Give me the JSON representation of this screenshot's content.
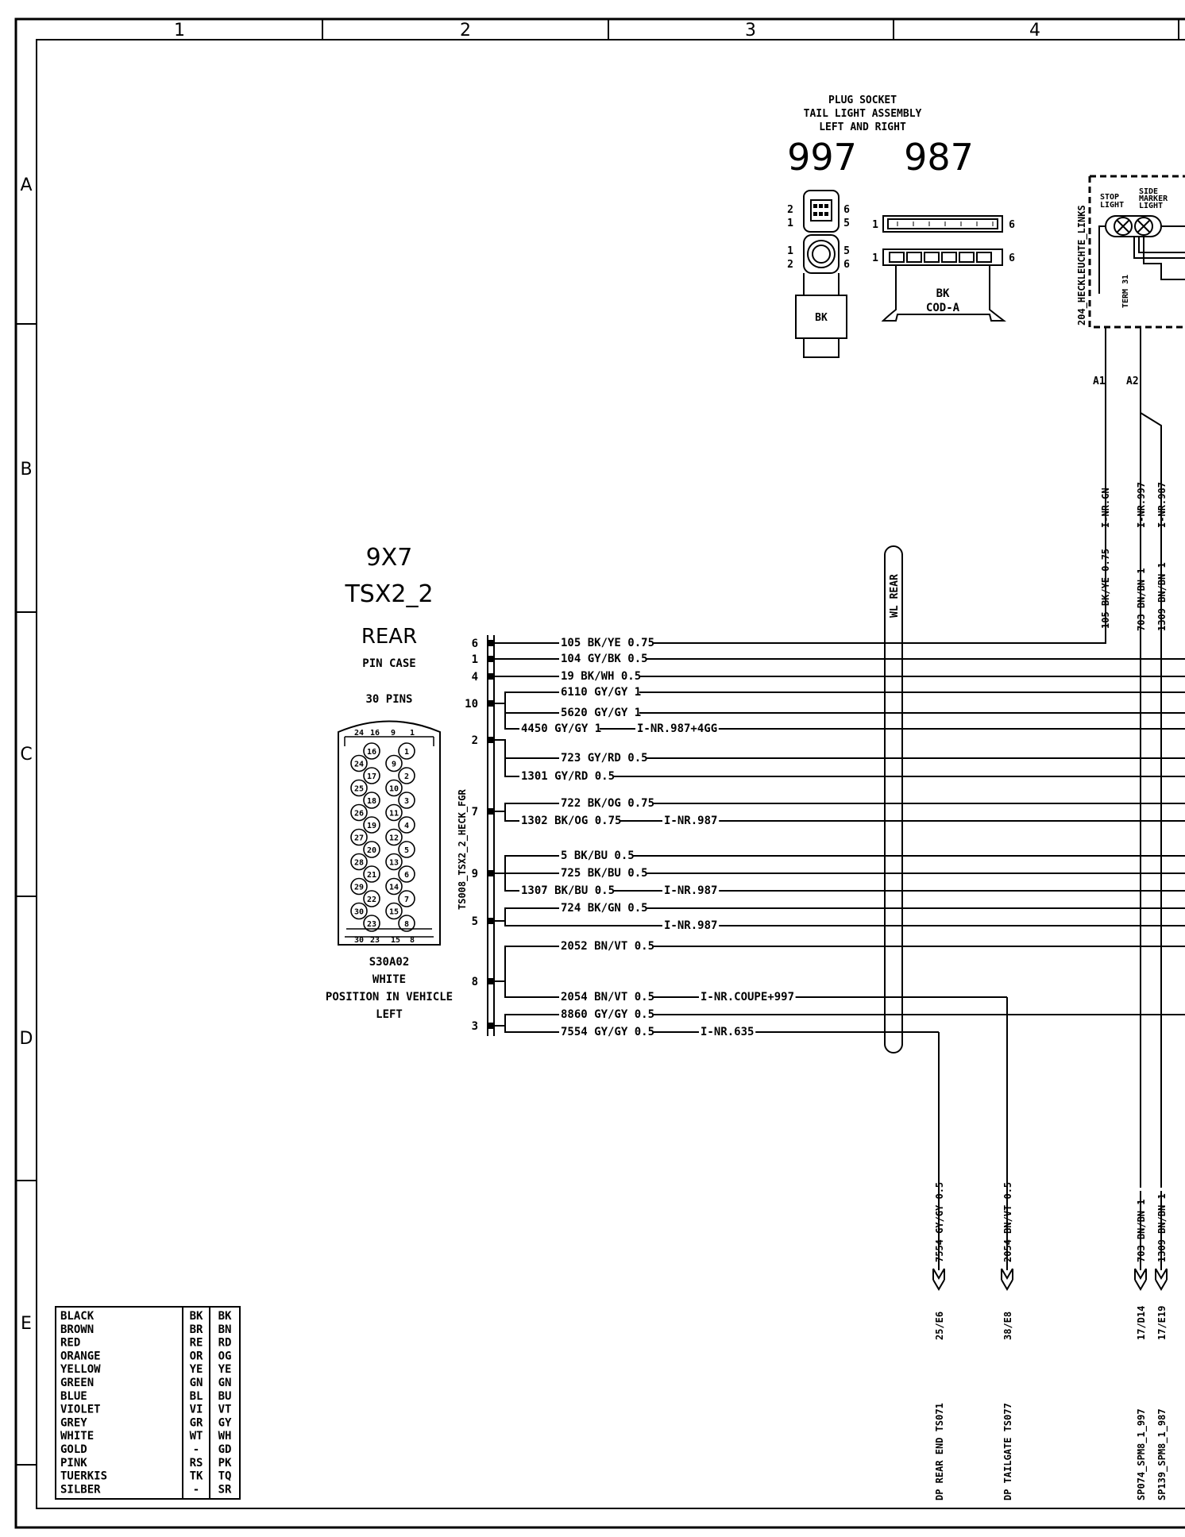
{
  "grid": {
    "columns": [
      "1",
      "2",
      "3",
      "4"
    ],
    "rows": [
      "A",
      "B",
      "C",
      "D",
      "E"
    ]
  },
  "plug_socket": {
    "title_lines": [
      "PLUG SOCKET",
      "TAIL LIGHT ASSEMBLY",
      "LEFT AND RIGHT"
    ],
    "model_a": "997",
    "model_b": "987",
    "pins_a_top": [
      "2",
      "1",
      "6",
      "5"
    ],
    "pins_a_bot": [
      "1",
      "2",
      "5",
      "6"
    ],
    "color_a": "BK",
    "pins_b_row1": [
      "1",
      "6"
    ],
    "pins_b_row2": [
      "1",
      "6"
    ],
    "color_b_lines": [
      "BK",
      "COD-A"
    ]
  },
  "tail_light": {
    "module_label": "204_HECKLEUCHTE_LINKS",
    "stop_lines": [
      "STOP",
      "LIGHT"
    ],
    "side_lines": [
      "SIDE",
      "MARKER",
      "LIGHT"
    ],
    "term": "TERM 31",
    "pin_a1": "A1",
    "pin_a2": "A2",
    "wire_a1": "105 BK/YE 0.75",
    "note_a1": "I-NR.GN",
    "wire_a2a": "703 BN/BN 1",
    "note_a2a": "I-NR.997",
    "wire_a2b": "1309 BN/BN 1",
    "note_a2b": "I-NR.987"
  },
  "connector": {
    "code": "9X7",
    "name": "TSX2_2",
    "location": "REAR",
    "type": "PIN CASE",
    "pins_count": "30 PINS",
    "part": "S30A02",
    "color": "WHITE",
    "position_label": "POSITION IN VEHICLE",
    "position": "LEFT",
    "vertical_label": "TS008_TSX2_2_HECK_FGR",
    "top_pin_labels": [
      "24",
      "16",
      "9",
      "1"
    ],
    "bottom_pin_labels": [
      "30",
      "23",
      "15",
      "8"
    ],
    "pins": [
      [
        "16",
        "1"
      ],
      [
        "24",
        "9"
      ],
      [
        "17",
        "2"
      ],
      [
        "25",
        "10"
      ],
      [
        "18",
        "3"
      ],
      [
        "26",
        "11"
      ],
      [
        "19",
        "4"
      ],
      [
        "27",
        "12"
      ],
      [
        "20",
        "5"
      ],
      [
        "28",
        "13"
      ],
      [
        "21",
        "6"
      ],
      [
        "29",
        "14"
      ],
      [
        "22",
        "7"
      ],
      [
        "30",
        "15"
      ],
      [
        "23",
        "8"
      ]
    ]
  },
  "pin_numbers": [
    "6",
    "1",
    "4",
    "10",
    "2",
    "7",
    "9",
    "5",
    "8",
    "3"
  ],
  "wires": [
    {
      "text": "105 BK/YE 0.75"
    },
    {
      "text": "104 GY/BK 0.5"
    },
    {
      "text": "19 BK/WH 0.5"
    },
    {
      "text": "6110 GY/GY 1"
    },
    {
      "text": "5620 GY/GY 1"
    },
    {
      "text": "4450 GY/GY 1",
      "note": "I-NR.987+4GG"
    },
    {
      "text": "723 GY/RD 0.5"
    },
    {
      "text": "1301 GY/RD 0.5"
    },
    {
      "text": "722 BK/OG 0.75"
    },
    {
      "text": "1302 BK/OG 0.75",
      "note": "I-NR.987"
    },
    {
      "text": "5 BK/BU 0.5"
    },
    {
      "text": "725 BK/BU 0.5"
    },
    {
      "text": "1307 BK/BU 0.5",
      "note": "I-NR.987"
    },
    {
      "text": "724 BK/GN 0.5"
    },
    {
      "text": "",
      "note": "I-NR.987"
    },
    {
      "text": "2052 BN/VT 0.5"
    },
    {
      "text": "2054 BN/VT 0.5",
      "note": "I-NR.COUPE+997"
    },
    {
      "text": "8860 GY/GY 0.5"
    },
    {
      "text": "7554 GY/GY 0.5",
      "note": "I-NR.635"
    }
  ],
  "wl_label": "WL REAR",
  "bottom_drops": [
    {
      "wire": "7554 GY/GY 0.5",
      "ref": "25/E6",
      "dest": "DP REAR END TS071"
    },
    {
      "wire": "2054 BN/VT 0.5",
      "ref": "38/E8",
      "dest": "DP TAILGATE TS077"
    },
    {
      "wire": "703 BN/BN 1",
      "ref": "17/D14",
      "dest": "SP074_SPM8_1_997"
    },
    {
      "wire": "1309 BN/BN 1",
      "ref": "17/E19",
      "dest": "SP139_SPM8_1_987"
    }
  ],
  "color_legend": [
    [
      "BLACK",
      "BK",
      "BK"
    ],
    [
      "BROWN",
      "BR",
      "BN"
    ],
    [
      "RED",
      "RE",
      "RD"
    ],
    [
      "ORANGE",
      "OR",
      "OG"
    ],
    [
      "YELLOW",
      "YE",
      "YE"
    ],
    [
      "GREEN",
      "GN",
      "GN"
    ],
    [
      "BLUE",
      "BL",
      "BU"
    ],
    [
      "VIOLET",
      "VI",
      "VT"
    ],
    [
      "GREY",
      "GR",
      "GY"
    ],
    [
      "WHITE",
      "WT",
      "WH"
    ],
    [
      "GOLD",
      "-",
      "GD"
    ],
    [
      "PINK",
      "RS",
      "PK"
    ],
    [
      "TUERKIS",
      "TK",
      "TQ"
    ],
    [
      "SILBER",
      "-",
      "SR"
    ]
  ]
}
